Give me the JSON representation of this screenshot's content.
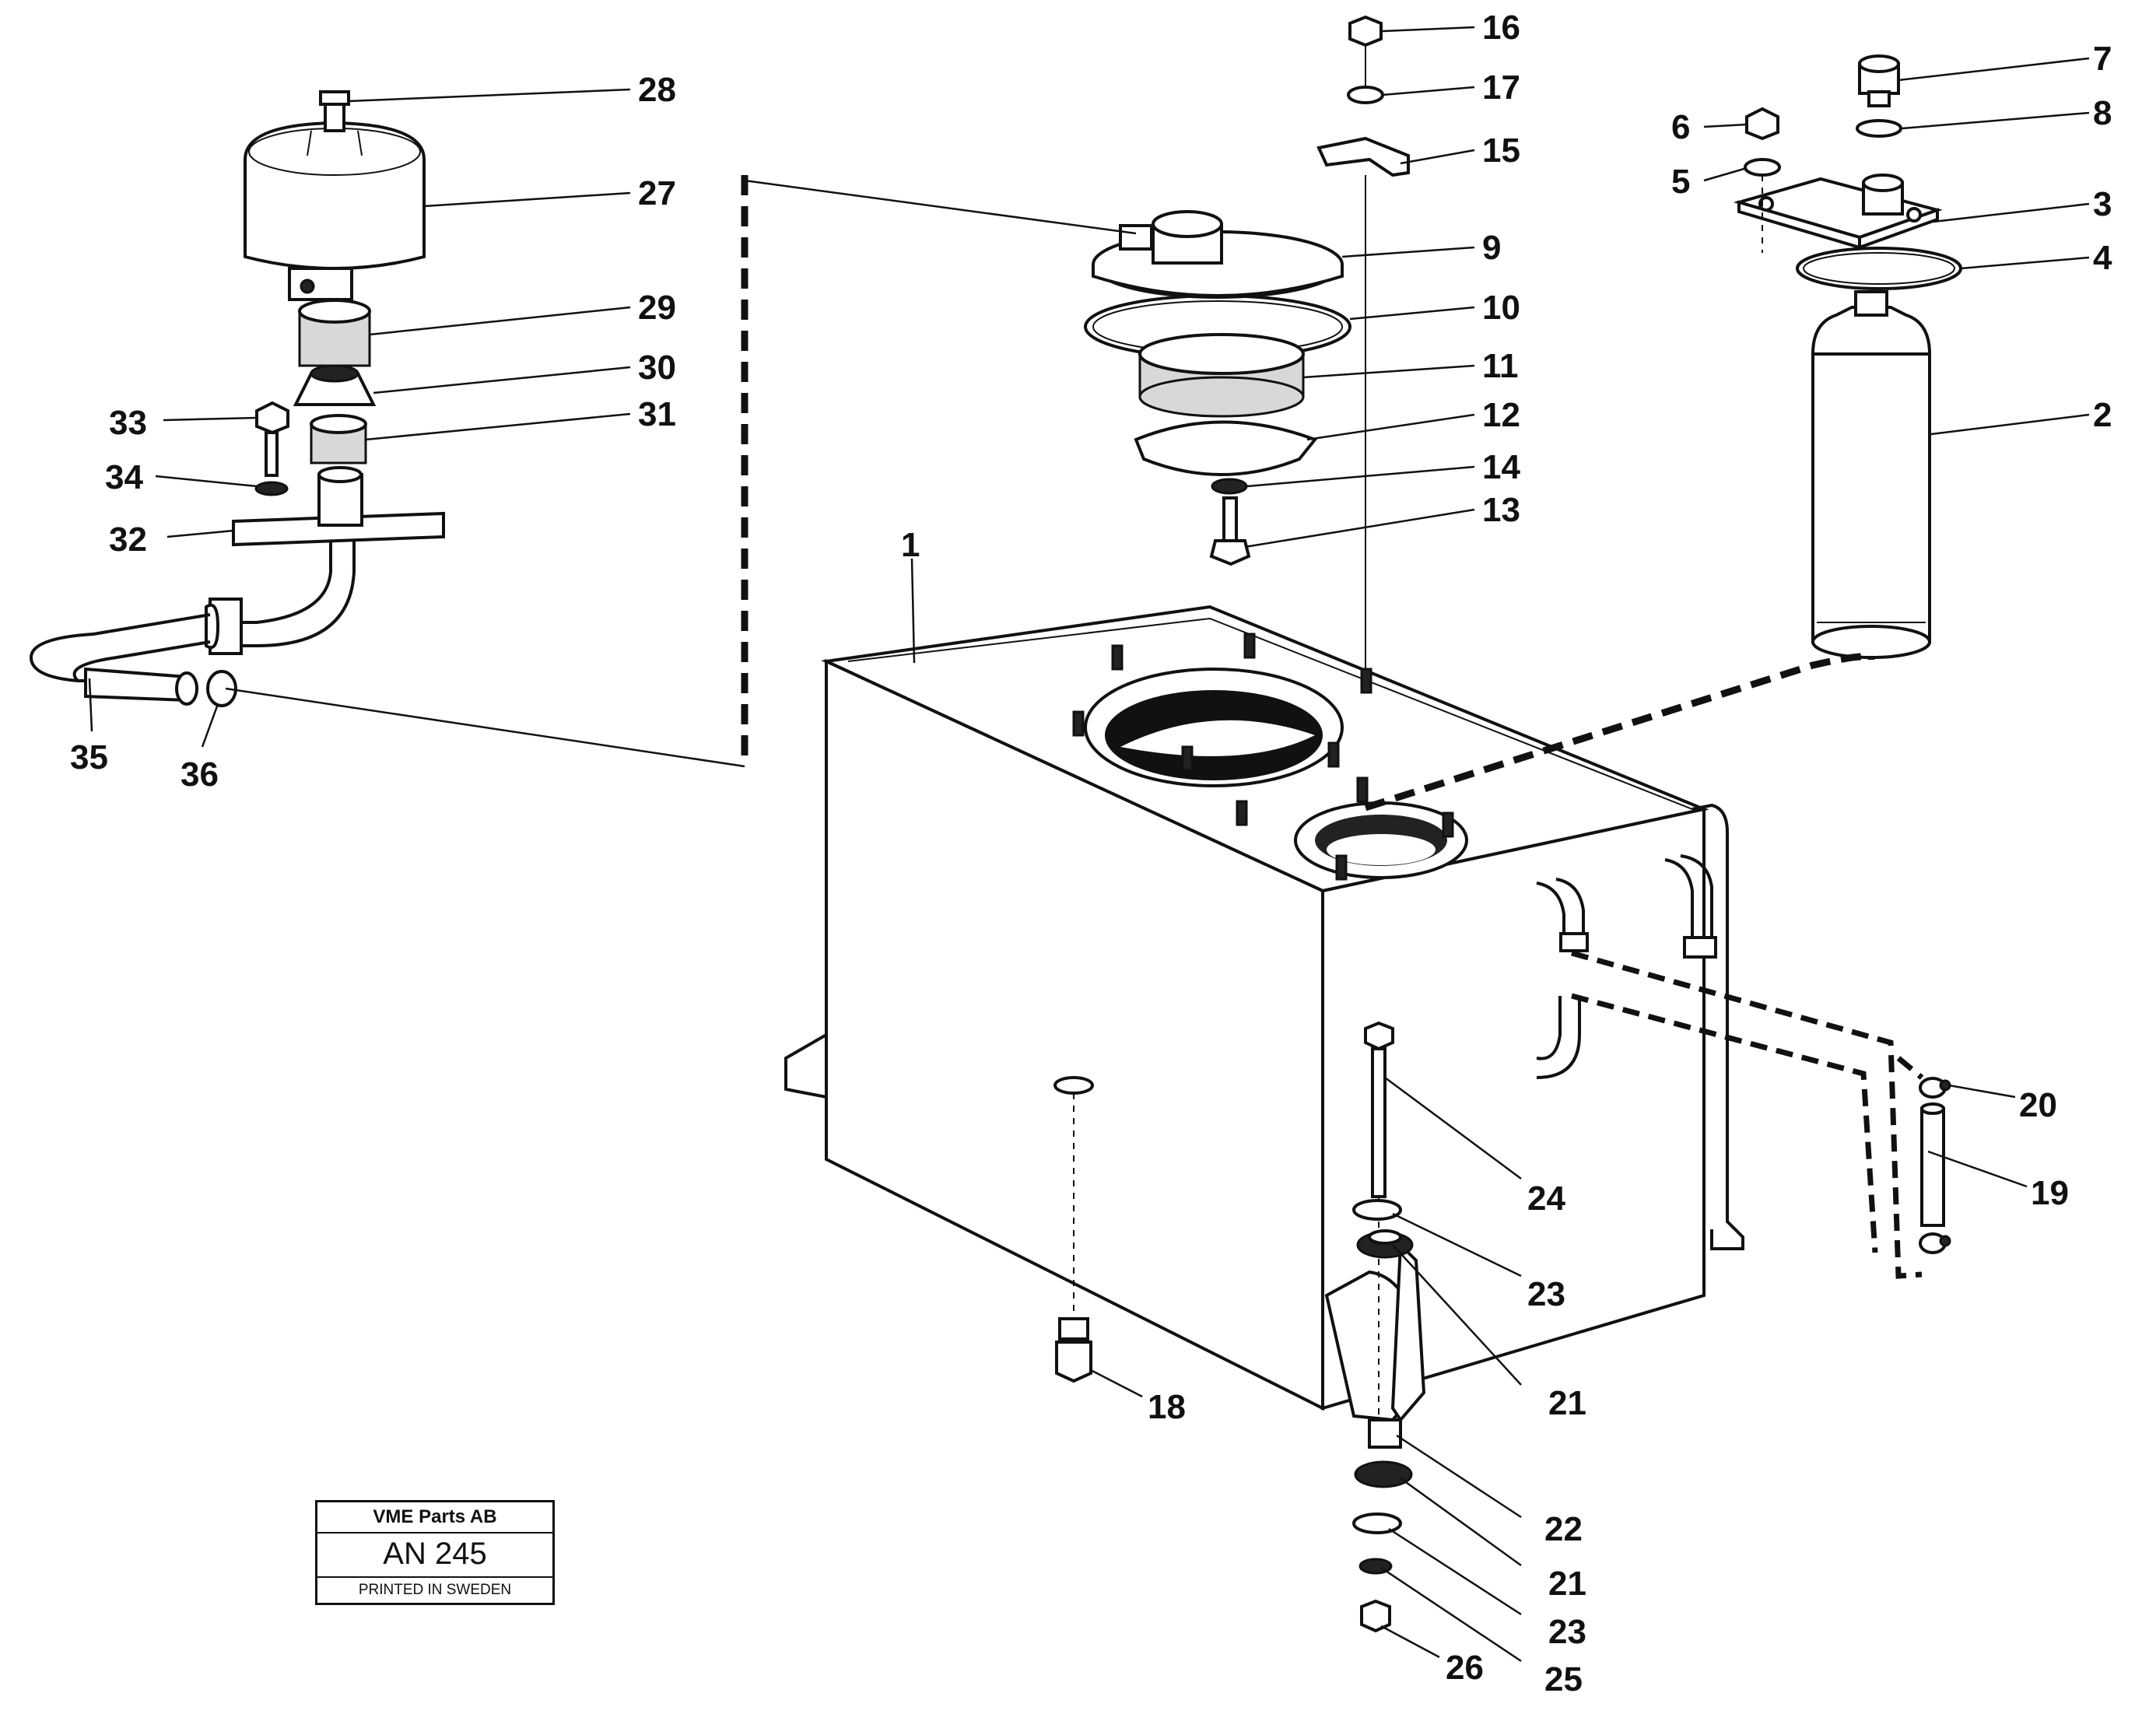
{
  "stamp": {
    "company": "VME Parts AB",
    "code": "AN 245",
    "printed": "PRINTED IN SWEDEN"
  },
  "labels": {
    "p1": "1",
    "p2": "2",
    "p3": "3",
    "p4": "4",
    "p5": "5",
    "p6": "6",
    "p7": "7",
    "p8": "8",
    "p9": "9",
    "p10": "10",
    "p11": "11",
    "p12": "12",
    "p13": "13",
    "p14": "14",
    "p15": "15",
    "p16": "16",
    "p17": "17",
    "p18": "18",
    "p19": "19",
    "p20": "20",
    "p21a": "21",
    "p21b": "21",
    "p22": "22",
    "p23a": "23",
    "p23b": "23",
    "p24": "24",
    "p25": "25",
    "p26": "26",
    "p27": "27",
    "p28": "28",
    "p29": "29",
    "p30": "30",
    "p31": "31",
    "p32": "32",
    "p33": "33",
    "p34": "34",
    "p35": "35",
    "p36": "36"
  }
}
